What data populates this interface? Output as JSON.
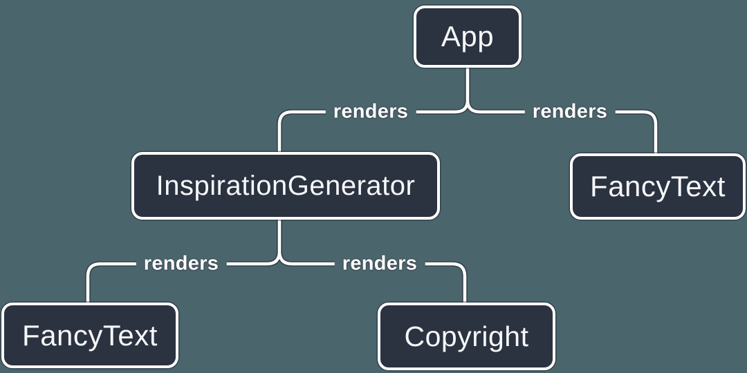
{
  "diagram": {
    "type": "component-render-tree",
    "colors": {
      "background": "#4b656d",
      "node_fill": "#2b3240",
      "node_border": "#ffffff",
      "node_text": "#f6f7f9",
      "edge_line": "#ffffff",
      "edge_label_text": "#ffffff"
    },
    "nodes": [
      {
        "id": "app",
        "label": "App"
      },
      {
        "id": "inspiration-generator",
        "label": "InspirationGenerator"
      },
      {
        "id": "fancy-text-right",
        "label": "FancyText"
      },
      {
        "id": "fancy-text-left",
        "label": "FancyText"
      },
      {
        "id": "copyright",
        "label": "Copyright"
      }
    ],
    "edges": [
      {
        "from": "App",
        "to": "InspirationGenerator",
        "label": "renders"
      },
      {
        "from": "App",
        "to": "FancyText",
        "label": "renders"
      },
      {
        "from": "InspirationGenerator",
        "to": "FancyText",
        "label": "renders"
      },
      {
        "from": "InspirationGenerator",
        "to": "Copyright",
        "label": "renders"
      }
    ]
  }
}
